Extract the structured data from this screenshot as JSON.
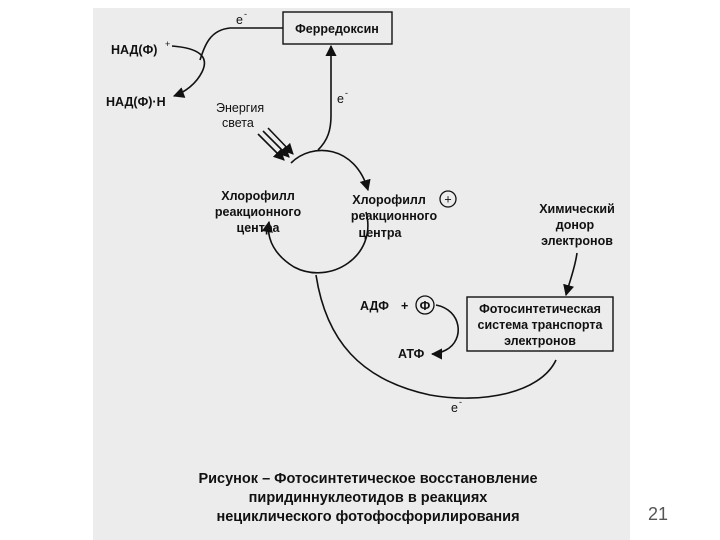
{
  "diagram": {
    "ferredoxin_box": "Ферредоксин",
    "electron_top": "e",
    "electron_mid": "e",
    "electron_bottom": "e",
    "electron_superscript": "-",
    "nadp_oxidized": "НАД(Ф)",
    "nadp_oxidized_sup": "+",
    "nadp_reduced": "НАД(Ф)·Н",
    "light_energy_line1": "Энергия",
    "light_energy_line2": "света",
    "chlorophyll_left_line1": "Хлорофилл",
    "chlorophyll_left_line2": "реакционного",
    "chlorophyll_left_line3": "центра",
    "chlorophyll_right_line1": "Хлорофилл",
    "chlorophyll_right_line2": "реакционного",
    "chlorophyll_right_line3": "центра",
    "plus_sign": "+",
    "chemical_donor_line1": "Химический",
    "chemical_donor_line2": "донор",
    "chemical_donor_line3": "электронов",
    "adp": "АДФ",
    "adp_plus": "+",
    "phosphate": "Ф",
    "atp": "АТФ",
    "transport_box_line1": "Фотосинтетическая",
    "transport_box_line2": "система транспорта",
    "transport_box_line3": "электронов"
  },
  "caption": {
    "line1": "Рисунок – Фотосинтетическое восстановление",
    "line2": "пиридиннуклеотидов в реакциях",
    "line3": "нециклического фотофосфорилирования"
  },
  "page_number": "21",
  "colors": {
    "scan_background": "#ececec",
    "ink": "#111111",
    "page_number": "#555555"
  }
}
